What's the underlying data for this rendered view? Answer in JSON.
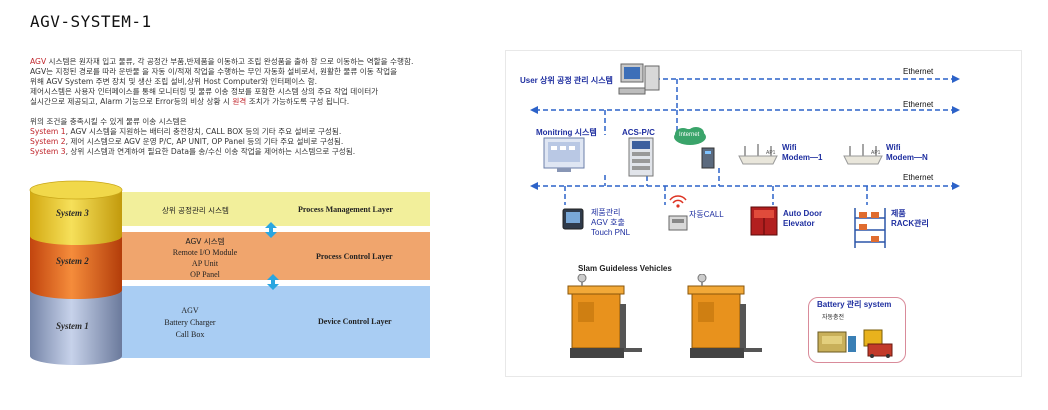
{
  "title": "AGV-SYSTEM-1",
  "description": {
    "line1_red": "AGV",
    "line1_rest": " 시스템은 원자재 입고 물류, 각 공정간 부품,반제품을 이동하고 조립 완성품을 출하 장 으로 이동하는 역할을 수행함.",
    "line2": "AGV는 지정된 경로를 따라 운반물 을 자동 이/적재 작업을 수행하는 무인 자동화 설비로서, 원활한 물류 이동 작업을",
    "line3": "위해 AGV System 주변 장치 및 생산 조립 설비,상위 Host Computer와 인터페이스 함.",
    "line4": "제어시스템은 사용자 인터페이스를 통해 모니터링 및 물류 이송 정보를 포함한 시스템 상의 주요 작업 데이터가",
    "line5_a": "실시간으로 제공되고, Alarm 기능으로 Error등의 비상 상황 시 ",
    "line5_red": "원격",
    "line5_b": " 조치가 가능하도록 구성 됩니다.",
    "line6": "위의 조건을 충족시킬 수 있게  물류 이송 시스템은",
    "line7_red": "System 1",
    "line7_rest": ", AGV 시스템을 지원하는 배터리 충전장치, CALL BOX 등의 기타 주요 설비로 구성됨.",
    "line8_red": "System 2",
    "line8_rest": ", 제어 시스템으로 AGV 운영 P/C, AP UNIT, OP Panel 등의 기타 주요 설비로 구성됨.",
    "line9_red": "System 3",
    "line9_rest": ", 상위 시스템과 연계하여 필요한 Data를 송/수신 이송 작업을 제어하는 시스템으로 구성됨."
  },
  "layers": {
    "system3": {
      "cylinder_label": "System 3",
      "item": "상위 공정관리 시스템",
      "layer_name": "Process Management Layer"
    },
    "system2": {
      "cylinder_label": "System 2",
      "items": [
        "AGV 시스템",
        "Remote I/O Module",
        "AP Unit",
        "OP Panel"
      ],
      "layer_name": "Process Control Layer"
    },
    "system1": {
      "cylinder_label": "System 1",
      "items": [
        "AGV",
        "Battery Charger",
        "Call Box"
      ],
      "layer_name": "Device Control Layer"
    }
  },
  "diagram": {
    "user_system": "User 상위 공정 관리 시스템",
    "ethernet_labels": [
      "Ethernet",
      "Ethernet",
      "Ethernet"
    ],
    "monitoring": "Monitring 시스템",
    "acs": "ACS-P/C",
    "internet": "Internet",
    "wifi1": [
      "Wifi",
      "Modem—1"
    ],
    "wifi2": [
      "Wifi",
      "Modem—N"
    ],
    "ap_tag": "AP1",
    "products_call": [
      "제품관리",
      "AGV 호출",
      "Touch PNL"
    ],
    "auto_call": "자동CALL",
    "auto_door": [
      "Auto Door",
      "Elevator"
    ],
    "rack": [
      "제품",
      "RACK관리"
    ],
    "vehicles_title": "Slam Guideless Vehicles",
    "battery_title": "Battery 관리 system",
    "battery_sub": "자동충전"
  },
  "colors": {
    "system3": "#f2ef9b",
    "system2": "#f0a56d",
    "system1": "#a9cdf3",
    "accent_blue": "#1f2fa0",
    "ethernet_line": "#2c62c8",
    "red_text": "#c0262c"
  },
  "icons": [
    "computer-icon",
    "monitor-screen-icon",
    "server-rack-icon",
    "cloud-icon",
    "wifi-modem-icon",
    "touch-panel-icon",
    "call-box-icon",
    "door-icon",
    "rack-icon",
    "agv-vehicle-icon",
    "battery-charger-icon",
    "double-arrow-icon"
  ]
}
